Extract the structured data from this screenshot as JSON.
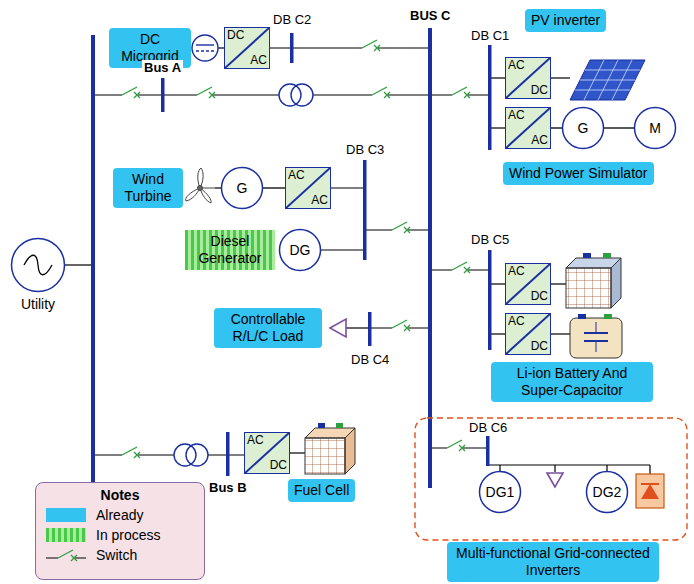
{
  "diagram": {
    "nodes": [
      {
        "text": [
          "DC Microgrid"
        ]
      },
      {
        "text": [
          "DC",
          "AC"
        ]
      },
      {
        "text": [
          "PV inverter"
        ]
      },
      {
        "text": [
          "AC",
          "DC"
        ]
      },
      {
        "text": [
          "AC",
          "AC"
        ]
      },
      {
        "text": [
          "G"
        ]
      },
      {
        "text": [
          "M"
        ]
      },
      {
        "text": [
          "Wind Power Simulator"
        ]
      },
      {
        "text": [
          "Wind Turbine"
        ]
      },
      {
        "text": [
          "G"
        ]
      },
      {
        "text": [
          "AC",
          "AC"
        ]
      },
      {
        "text": [
          "Diesel Generator"
        ]
      },
      {
        "text": [
          "DG"
        ]
      },
      {
        "text": [
          "AC",
          "DC"
        ]
      },
      {
        "text": [
          "AC",
          "DC"
        ]
      },
      {
        "text": [
          "Li-ion Battery And Super-Capacitor"
        ]
      },
      {
        "text": [
          "Controllable R/L/C Load"
        ]
      },
      {
        "text": [
          "AC",
          "DC"
        ]
      },
      {
        "text": [
          "Fuel Cell"
        ]
      },
      {
        "text": [
          "Utility"
        ]
      },
      {
        "text": [
          "DG1"
        ]
      },
      {
        "text": [
          "DG2"
        ]
      },
      {
        "text": [
          "Multi-functional Grid-connected Inverters"
        ]
      },
      {
        "text": [
          "Notes"
        ]
      }
    ],
    "edges": [
      {
        "from": 9,
        "to": 10,
        "arrow": "none"
      },
      {
        "from": 4,
        "to": 5,
        "arrow": "none"
      },
      {
        "from": 5,
        "to": 6,
        "arrow": "none"
      }
    ],
    "labels": [
      "DB C2",
      "BUS C",
      "DB C1",
      "Bus A",
      "DB C3",
      "DB C5",
      "DB C4",
      "DB C6",
      "Bus B"
    ],
    "legend": [
      {
        "text": "Already",
        "color": "#33c3f0"
      },
      {
        "text": "In process"
      },
      {
        "text": "Switch"
      }
    ]
  }
}
